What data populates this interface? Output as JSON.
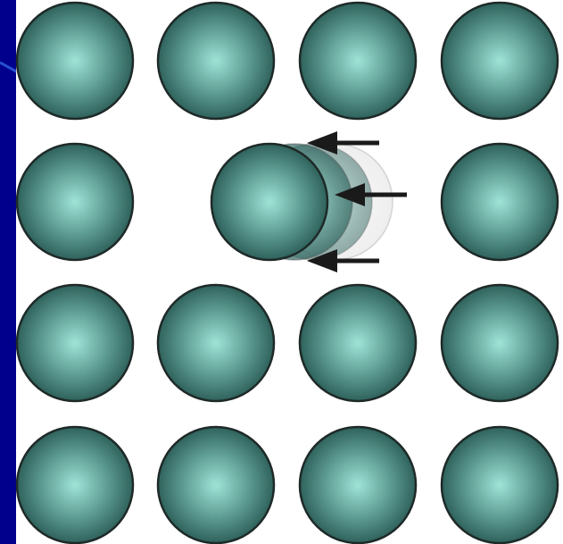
{
  "slide": {
    "background_color": "#00008c",
    "accent_color": "#2a58d8",
    "panel_color": "#ffffff"
  },
  "lattice": {
    "rows": 4,
    "cols": 4,
    "vacancy": {
      "row": 2,
      "col": 2
    },
    "atom_fill_center": "#9fe3d7",
    "atom_fill_mid": "#5f9e94",
    "atom_fill_edge": "#2f625c",
    "atom_outline": "#1e2a28"
  },
  "migrating_atom": {
    "from": {
      "row": 2,
      "col": 3
    },
    "to": {
      "row": 2,
      "col": 2
    },
    "ghost_steps": 3,
    "ghost_color": "#9a9a9a"
  },
  "arrows": {
    "count": 3,
    "direction": "left",
    "color": "#1a1a1a"
  }
}
